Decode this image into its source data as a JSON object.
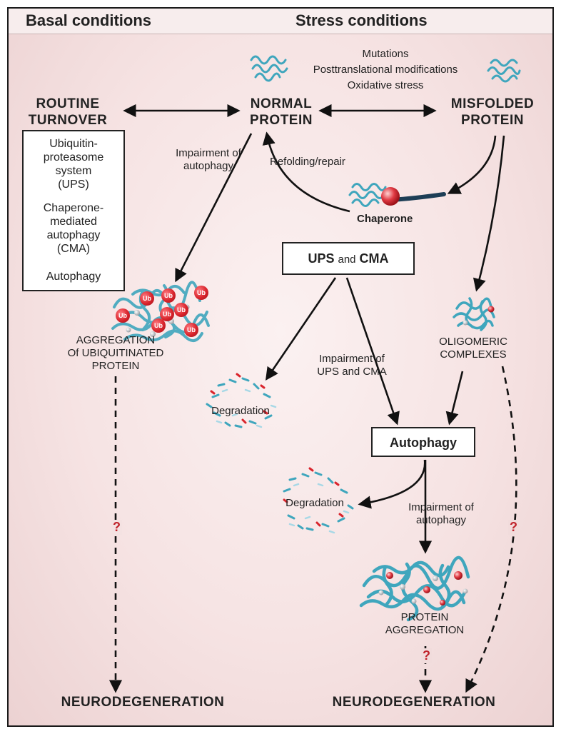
{
  "headers": {
    "basal": "Basal conditions",
    "stress": "Stress conditions"
  },
  "stressors": {
    "line1": "Mutations",
    "line2": "Posttranslational modifications",
    "line3": "Oxidative stress"
  },
  "nodes": {
    "routine_turnover": [
      "ROUTINE",
      "TURNOVER"
    ],
    "normal_protein": [
      "NORMAL",
      "PROTEIN"
    ],
    "misfolded_protein": [
      "MISFOLDED",
      "PROTEIN"
    ],
    "chaperone": "Chaperone",
    "ups_cma_box": {
      "part1": "UPS",
      "part2": "and",
      "part3": "CMA"
    },
    "autophagy_box": "Autophagy",
    "aggregation_ub": [
      "AGGREGATION",
      "Of UBIQUITINATED",
      "PROTEIN"
    ],
    "oligomeric": [
      "OLIGOMERIC",
      "COMPLEXES"
    ],
    "degradation_1": "Degradation",
    "degradation_2": "Degradation",
    "protein_aggregation": [
      "PROTEIN",
      "AGGREGATION"
    ],
    "neuro_left": "NEURODEGENERATION",
    "neuro_right": "NEURODEGENERATION"
  },
  "systems_box": {
    "item1": [
      "Ubiquitin-",
      "proteasome",
      "system",
      "(UPS)"
    ],
    "item2": [
      "Chaperone-",
      "mediated",
      "autophagy",
      "(CMA)"
    ],
    "item3": "Autophagy"
  },
  "edge_labels": {
    "impair_autophagy_1": [
      "Impairment of",
      "autophagy"
    ],
    "refolding": "Refolding/repair",
    "impair_ups_cma": [
      "Impairment of",
      "UPS and CMA"
    ],
    "impair_autophagy_2": [
      "Impairment of",
      "autophagy"
    ]
  },
  "question_mark": "?",
  "ub_label": "Ub",
  "colors": {
    "protein": "#3fa6bd",
    "protein_dark": "#1f7f98",
    "ub": "#d9242c",
    "arrow": "#111111",
    "question": "#c0232b",
    "background": "#f5e3e3"
  }
}
